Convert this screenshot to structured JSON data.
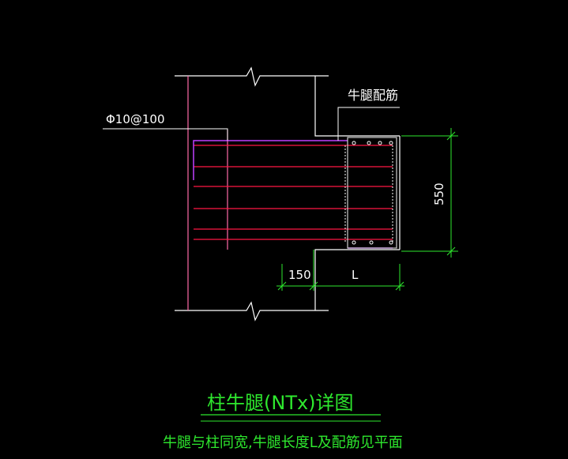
{
  "labels": {
    "stirrup_spec": "Φ10@100",
    "corbel_reinforcement": "牛腿配筋",
    "dim_height": "550",
    "dim_offset": "150",
    "dim_length": "L",
    "title": "柱牛腿(NTx)详图",
    "note": "牛腿与柱同宽,牛腿长度L及配筋见平面"
  },
  "colors": {
    "background": "#000000",
    "outline": "#ffffff",
    "column_edge": "#ff6aa8",
    "rebar": "#ff1744",
    "stirrup": "#c040ff",
    "dimension": "#2ee82e",
    "section_dashed": "#d0d0d0"
  }
}
